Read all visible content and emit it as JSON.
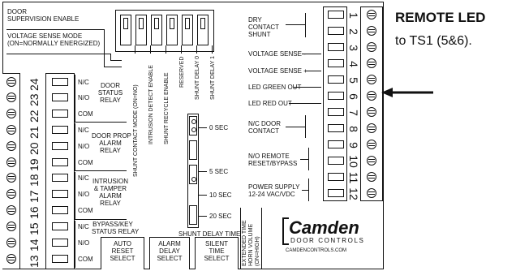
{
  "board": {
    "supervision": {
      "line1": "DOOR",
      "line2": "SUPERVISION ENABLE"
    },
    "voltage_mode": {
      "line1": "VOLTAGE SENSE MODE",
      "line2": "(ON=NORMALLY ENERGIZED)"
    },
    "dip_labels": [
      "SHUNT CONTACT MODE (ON=NO)",
      "INTRUSION DETECT ENABLE",
      "SHUNT RECYCLE ENABLE",
      "RESERVED",
      "SHUNT DELAY 0",
      "SHUNT DELAY 1"
    ],
    "left_terminals": {
      "pins": [
        "24",
        "23",
        "22",
        "21",
        "20",
        "19",
        "18",
        "17",
        "16",
        "15",
        "14",
        "13"
      ],
      "contacts": [
        "N/C",
        "N/O",
        "COM",
        "N/C",
        "N/O",
        "COM",
        "N/C",
        "N/O",
        "COM",
        "N/C",
        "N/O",
        "COM"
      ],
      "relays": [
        {
          "line1": "DOOR",
          "line2": "STATUS",
          "line3": "RELAY"
        },
        {
          "line1": "DOOR PROP",
          "line2": "ALARM",
          "line3": "RELAY"
        },
        {
          "line1": "INTRUSION",
          "line2": "& TAMPER",
          "line3": "ALARM",
          "line4": "RELAY"
        },
        {
          "line1": "BYPASS/KEY",
          "line2": "STATUS RELAY"
        }
      ]
    },
    "shunt_delay": {
      "options": [
        "0 SEC",
        "5 SEC",
        "10 SEC",
        "20 SEC"
      ],
      "title": "SHUNT DELAY TIME"
    },
    "selectors": [
      {
        "line1": "AUTO",
        "line2": "RESET",
        "line3": "SELECT"
      },
      {
        "line1": "ALARM",
        "line2": "DELAY",
        "line3": "SELECT"
      },
      {
        "line1": "SILENT",
        "line2": "TIME",
        "line3": "SELECT"
      }
    ],
    "jumper_labels": [
      "EXTENDED TIME",
      "HORN VOLUME",
      "(ON=HIGH)"
    ],
    "right_labels": {
      "dry_contact": {
        "line1": "DRY",
        "line2": "CONTACT",
        "line3": "SHUNT"
      },
      "vsense_neg": "VOLTAGE SENSE -",
      "vsense_pos": "VOLTAGE SENSE +",
      "led_green": "LED GREEN OUT",
      "led_red": "LED RED OUT",
      "door_contact": {
        "line1": "N/C DOOR",
        "line2": "CONTACT"
      },
      "remote_reset": {
        "line1": "N/O REMOTE",
        "line2": "RESET/BYPASS"
      },
      "power": {
        "line1": "POWER SUPPLY",
        "line2": "12-24 VAC/VDC"
      }
    },
    "right_terminals": {
      "pins": [
        "1",
        "2",
        "3",
        "4",
        "5",
        "6",
        "7",
        "8",
        "9",
        "10",
        "11",
        "12"
      ]
    },
    "logo": {
      "brand": "Camden",
      "sub": "DOOR CONTROLS",
      "url": "CAMDENCONTROLS.COM"
    }
  },
  "callout": {
    "title": "REMOTE LED",
    "text": "to TS1 (5&6)."
  },
  "colors": {
    "ink": "#111111",
    "background": "#ffffff"
  }
}
